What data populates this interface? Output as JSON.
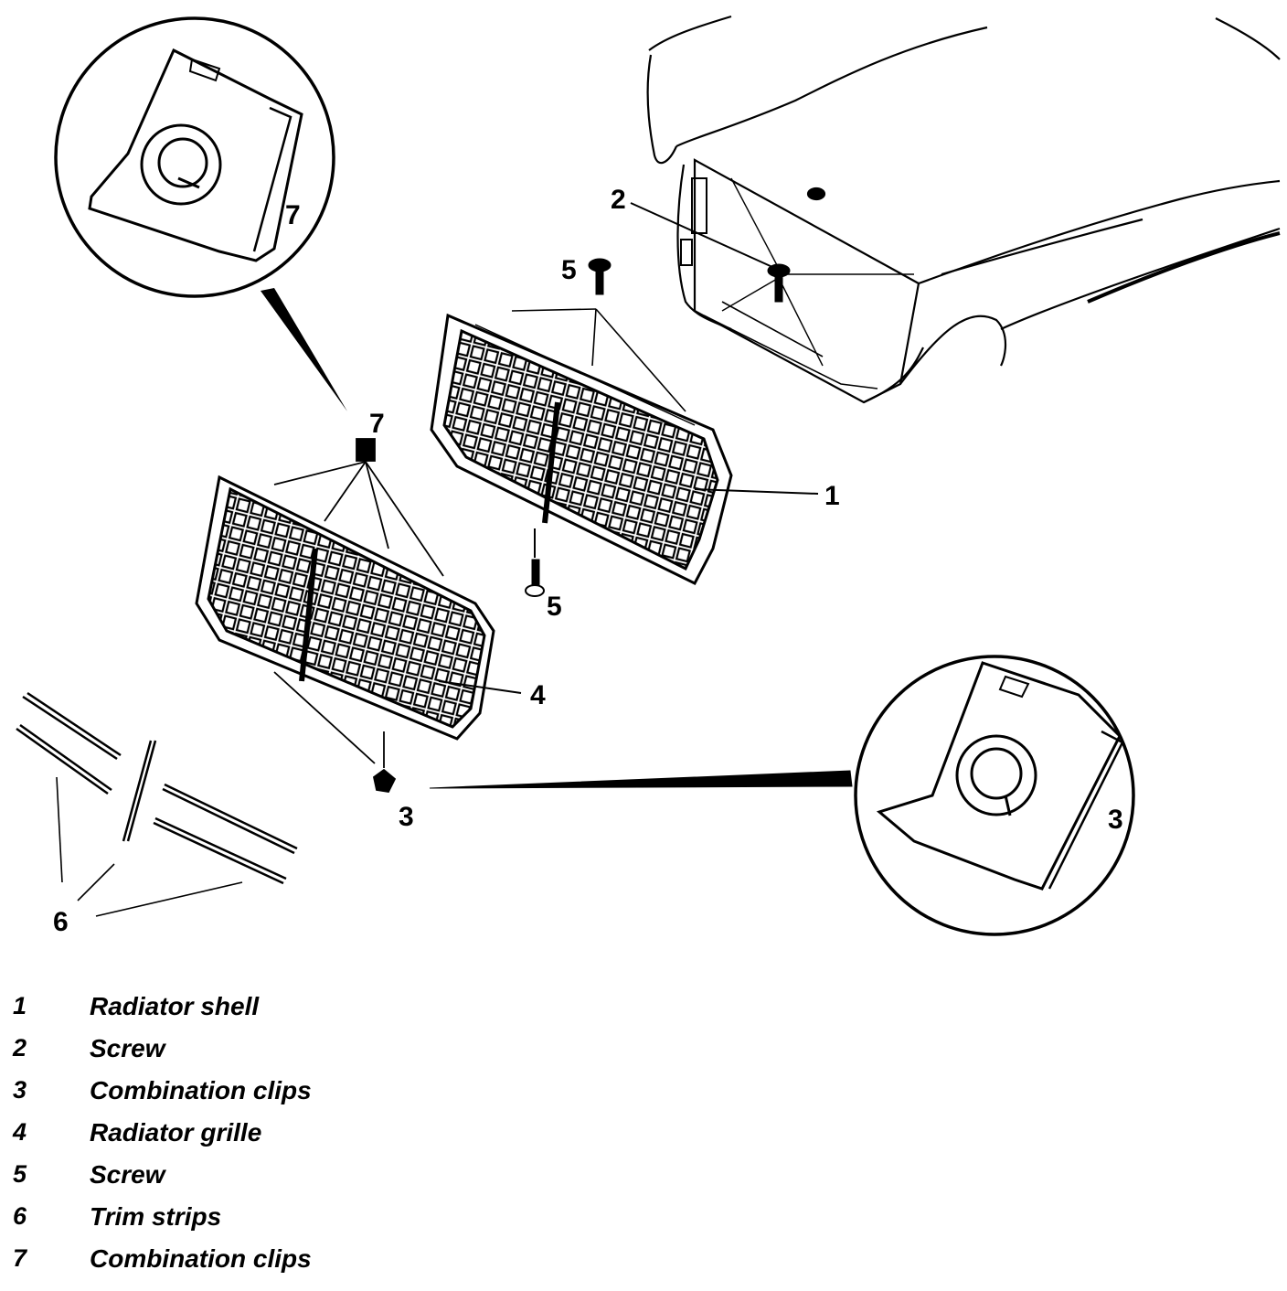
{
  "callouts": {
    "c1": "1",
    "c2": "2",
    "c3_small": "3",
    "c3_detail": "3",
    "c4": "4",
    "c5_top": "5",
    "c5_bottom": "5",
    "c6": "6",
    "c7_detail": "7",
    "c7_small": "7"
  },
  "legend": [
    {
      "num": "1",
      "text": "Radiator shell"
    },
    {
      "num": "2",
      "text": "Screw"
    },
    {
      "num": "3",
      "text": "Combination clips"
    },
    {
      "num": "4",
      "text": "Radiator grille"
    },
    {
      "num": "5",
      "text": "Screw"
    },
    {
      "num": "6",
      "text": "Trim strips"
    },
    {
      "num": "7",
      "text": "Combination clips"
    }
  ]
}
